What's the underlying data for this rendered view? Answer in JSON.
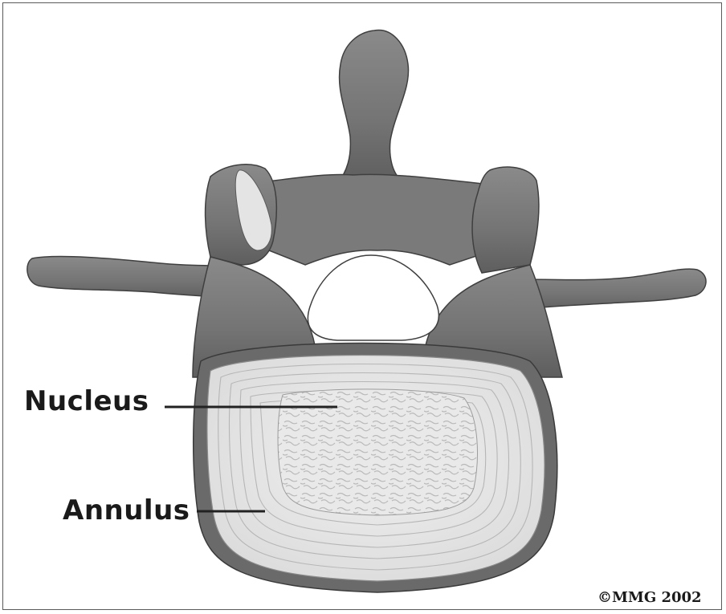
{
  "labels": {
    "nucleus": "Nucleus",
    "annulus": "Annulus"
  },
  "copyright": "©MMG 2002",
  "colors": {
    "bone": "#7d7d7d",
    "bone_dark": "#555555",
    "bone_light": "#b4b4b4",
    "disc": "#e6e6e6",
    "disc_ring": "#cfcfcf",
    "background": "#ffffff"
  }
}
